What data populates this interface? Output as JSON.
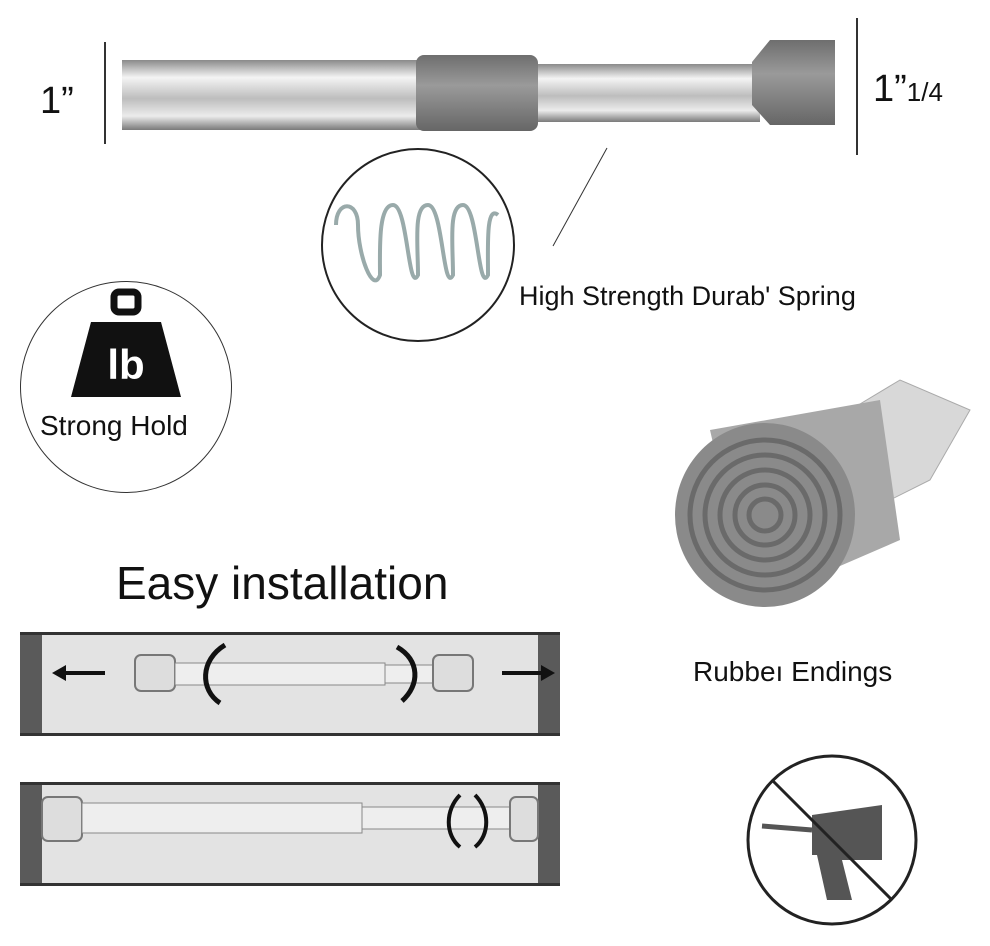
{
  "dimensions": {
    "rod_diameter": "1”",
    "end_diameter": "1”",
    "end_diameter_fraction": "1/4"
  },
  "features": {
    "spring_label": "High Strength Durab'  Spring",
    "hold_label": "Strong Hold",
    "weight_icon_text": "lb",
    "rubber_label": "Rubbeı Endings",
    "installation_title": "Easy installation"
  },
  "icons": [
    "weight-icon",
    "spring-icon",
    "rubber-end-icon",
    "no-drill-icon",
    "arrow-left-icon",
    "arrow-right-icon",
    "rotate-arrow-icon"
  ],
  "colors": {
    "rubber_grey": "#7f7f7f",
    "chrome": "#c9c9c9",
    "wall": "#5a5a5a",
    "panel": "#e3e3e3"
  }
}
